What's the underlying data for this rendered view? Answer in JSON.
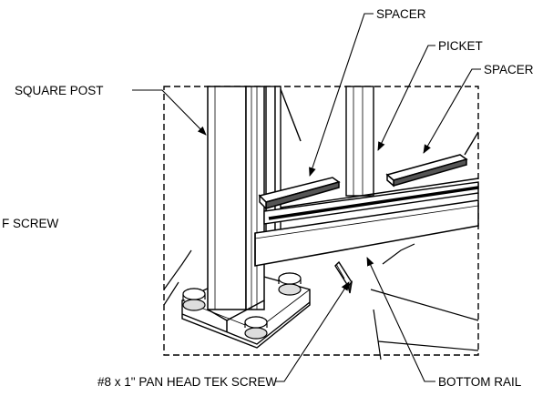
{
  "labels": {
    "spacer_top": "SPACER",
    "picket": "PICKET",
    "spacer_right": "SPACER",
    "square_post": "SQUARE POST",
    "self_screw_partial": "F SCREW",
    "tek_screw": "#8 x 1\" PAN HEAD TEK SCREW",
    "bottom_rail": "BOTTOM RAIL"
  },
  "colors": {
    "line": "#000000",
    "background": "#ffffff"
  }
}
